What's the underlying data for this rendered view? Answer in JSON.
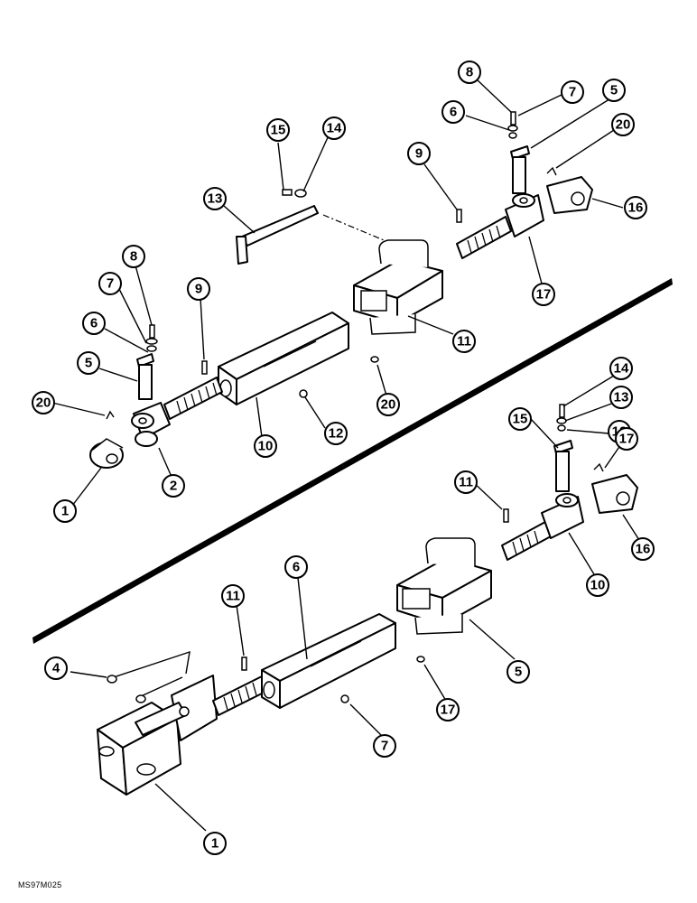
{
  "figure_code": "MS97M025",
  "callouts_upper": [
    "8",
    "7",
    "5",
    "6",
    "20",
    "15",
    "14",
    "9",
    "16",
    "13",
    "17",
    "11",
    "8",
    "7",
    "9",
    "6",
    "5",
    "20",
    "20",
    "10",
    "12",
    "2",
    "1"
  ],
  "callouts_lower": [
    "14",
    "13",
    "12",
    "15",
    "17",
    "11",
    "16",
    "10",
    "6",
    "11",
    "5",
    "4",
    "17",
    "7",
    "1"
  ]
}
